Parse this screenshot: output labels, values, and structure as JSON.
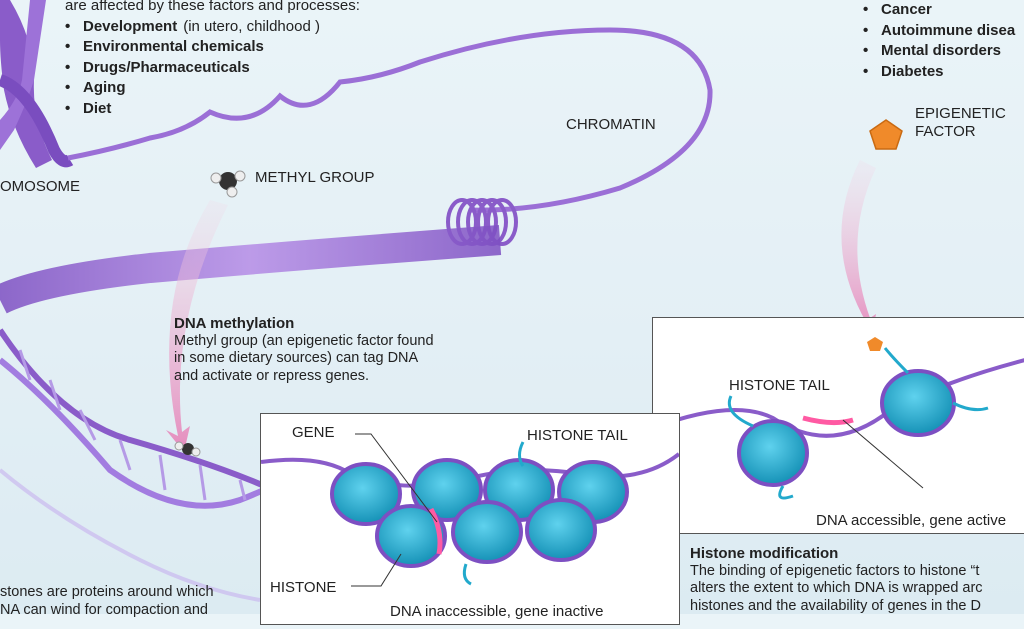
{
  "factors": {
    "intro": "are affected by these factors and processes:",
    "items": [
      {
        "label": "Development",
        "note": "(in utero, childhood )"
      },
      {
        "label": "Environmental chemicals",
        "note": ""
      },
      {
        "label": "Drugs/Pharmaceuticals",
        "note": ""
      },
      {
        "label": "Aging",
        "note": ""
      },
      {
        "label": "Diet",
        "note": ""
      }
    ]
  },
  "diseases": {
    "items": [
      "Cancer",
      "Autoimmune disea",
      "Mental disorders",
      "Diabetes"
    ]
  },
  "labels": {
    "chromosome": "OMOSOME",
    "chromatin": "CHROMATIN",
    "methyl_group": "METHYL GROUP",
    "epigenetic_factor_line1": "EPIGENETIC",
    "epigenetic_factor_line2": "FACTOR",
    "gene": "GENE",
    "histone_tail_left": "HISTONE TAIL",
    "histone_tail_right": "HISTONE TAIL",
    "histone": "HISTONE",
    "dna_inaccessible": "DNA inaccessible, gene inactive",
    "dna_accessible": "DNA accessible, gene active"
  },
  "dna_methylation": {
    "title": "DNA methylation",
    "lines": [
      "Methyl group (an epigenetic factor found",
      "in some dietary sources) can tag DNA",
      "and activate or repress genes."
    ]
  },
  "histone_modification": {
    "title": "Histone modification",
    "lines": [
      "The binding of epigenetic factors to histone “t",
      "alters the extent to which DNA is wrapped arc",
      "histones and the availability of genes in the D"
    ]
  },
  "histones_text": {
    "lines": [
      "stones are proteins around which",
      "NA can wind for compaction and"
    ]
  },
  "colors": {
    "chromatin": "#9b6fd6",
    "histone": "#22a9cc",
    "methyl_arrow": "#e7a3c8",
    "epigenetic_factor": "#f08a2a"
  }
}
